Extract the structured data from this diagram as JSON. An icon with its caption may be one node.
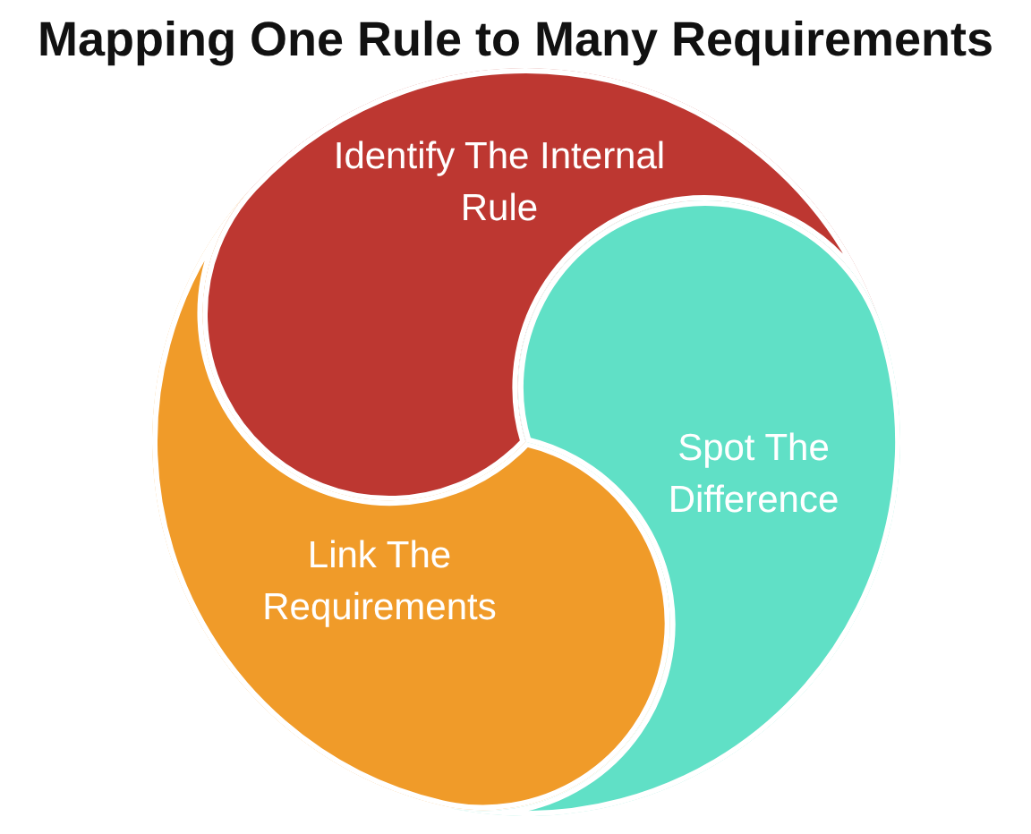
{
  "diagram": {
    "title": "Mapping One Rule to Many Requirements",
    "nodes": [
      {
        "text": [
          "Identify The Internal Rule"
        ]
      },
      {
        "text": [
          "Spot The Difference"
        ]
      },
      {
        "text": [
          "Link The Requirements"
        ]
      }
    ]
  }
}
